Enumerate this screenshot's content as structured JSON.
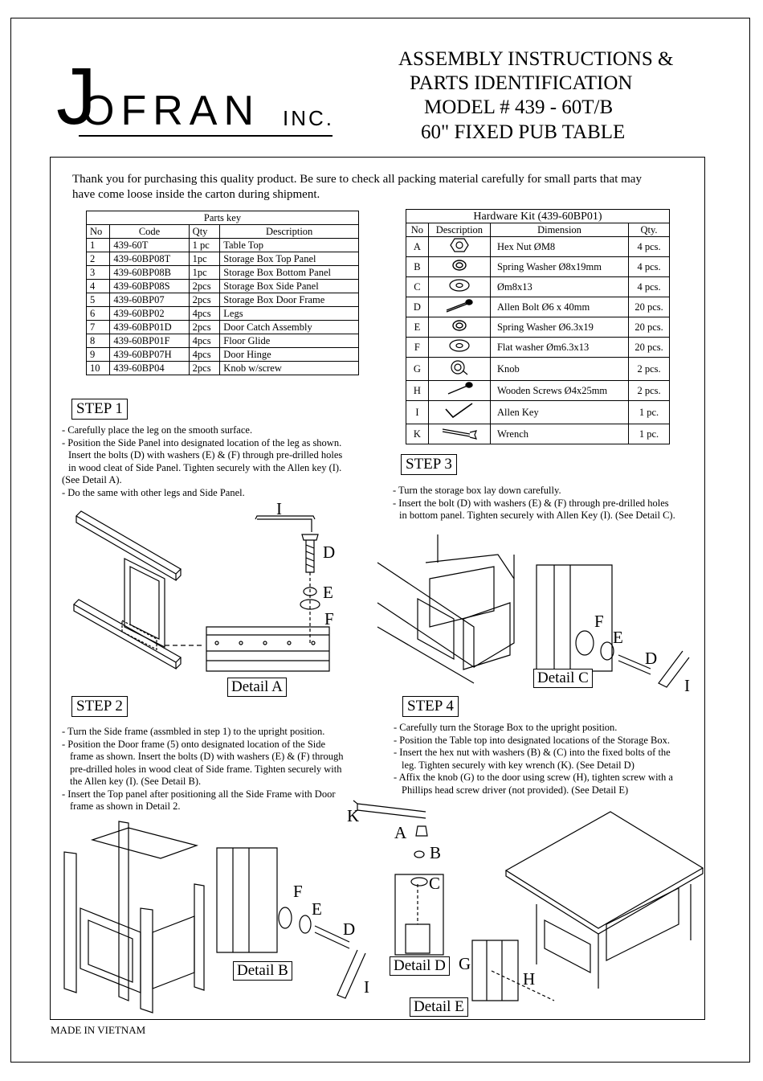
{
  "brand": {
    "letter_j": "J",
    "name": "OFRAN",
    "inc": "INC."
  },
  "title_lines": [
    "ASSEMBLY INSTRUCTIONS &",
    "PARTS IDENTIFICATION",
    "MODEL # 439 - 60T/B",
    "60\" FIXED PUB TABLE"
  ],
  "intro": "Thank you for purchasing this quality product. Be sure to check all packing material carefully for small parts that may have come loose inside the carton during shipment.",
  "parts_key": {
    "caption": "Parts key",
    "headers": [
      "No",
      "Code",
      "Qty",
      "Description"
    ],
    "rows": [
      [
        "1",
        "439-60T",
        "1 pc",
        "Table Top"
      ],
      [
        "2",
        "439-60BP08T",
        "1pc",
        "Storage Box Top Panel"
      ],
      [
        "3",
        "439-60BP08B",
        "1pc",
        "Storage Box Bottom Panel"
      ],
      [
        "4",
        "439-60BP08S",
        "2pcs",
        "Storage Box Side Panel"
      ],
      [
        "5",
        "439-60BP07",
        "2pcs",
        "Storage Box Door Frame"
      ],
      [
        "6",
        "439-60BP02",
        "4pcs",
        "Legs"
      ],
      [
        "7",
        "439-60BP01D",
        "2pcs",
        "Door Catch Assembly"
      ],
      [
        "8",
        "439-60BP01F",
        "4pcs",
        "Floor Glide"
      ],
      [
        "9",
        "439-60BP07H",
        "4pcs",
        "Door Hinge"
      ],
      [
        "10",
        "439-60BP04",
        "2pcs",
        "Knob w/screw"
      ]
    ]
  },
  "hardware": {
    "caption": "Hardware Kit (439-60BP01)",
    "headers": [
      "No",
      "Description",
      "Dimension",
      "Qty."
    ],
    "rows": [
      {
        "no": "A",
        "icon": "hex-nut-icon",
        "dim": "Hex Nut ØM8",
        "qty": "4 pcs."
      },
      {
        "no": "B",
        "icon": "spring-washer-icon",
        "dim": "Spring Washer Ø8x19mm",
        "qty": "4 pcs."
      },
      {
        "no": "C",
        "icon": "flat-washer-icon",
        "dim": "Øm8x13",
        "qty": "4 pcs."
      },
      {
        "no": "D",
        "icon": "allen-bolt-icon",
        "dim": "Allen Bolt  Ø6 x 40mm",
        "qty": "20 pcs."
      },
      {
        "no": "E",
        "icon": "spring-washer-icon",
        "dim": "Spring Washer Ø6.3x19",
        "qty": "20 pcs."
      },
      {
        "no": "F",
        "icon": "flat-washer-icon",
        "dim": "Flat washer Øm6.3x13",
        "qty": "20 pcs."
      },
      {
        "no": "G",
        "icon": "knob-icon",
        "dim": "Knob",
        "qty": "2 pcs."
      },
      {
        "no": "H",
        "icon": "wood-screw-icon",
        "dim": "Wooden Screws Ø4x25mm",
        "qty": "2 pcs."
      },
      {
        "no": "I",
        "icon": "allen-key-icon",
        "dim": "Allen Key",
        "qty": "1 pc."
      },
      {
        "no": "K",
        "icon": "wrench-icon",
        "dim": "Wrench",
        "qty": "1 pc."
      }
    ]
  },
  "steps": [
    {
      "label": "STEP 1",
      "lines": [
        "- Carefully place the leg on the smooth surface.",
        "- Position the Side Panel into designated location of the leg as shown.",
        "  Insert the bolts (D) with washers (E) & (F) through pre-drilled holes",
        "  in wood cleat of Side Panel. Tighten securely with the Allen key (I).",
        "(See Detail A).",
        "- Do the same with other legs and Side Panel."
      ]
    },
    {
      "label": "STEP 2",
      "lines": [
        "- Turn the Side frame (assmbled in step 1) to the upright position.",
        "- Position the Door frame (5) onto designated location of the Side",
        "   frame as shown. Insert the bolts (D) with washers (E) & (F) through",
        "   pre-drilled holes in wood cleat of Side frame. Tighten securely with",
        "   the Allen key (I). (See Detail B).",
        "- Insert the Top panel after positioning all the Side Frame with Door",
        "   frame as shown in Detail 2."
      ]
    },
    {
      "label": "STEP 3",
      "lines": [
        "- Turn the storage box lay down carefully.",
        "- Insert the bolt (D) with washers (E) & (F) through pre-drilled holes",
        "   in bottom panel. Tighten securely with Allen Key (I). (See Detail C)."
      ]
    },
    {
      "label": "STEP 4",
      "lines": [
        "-  Carefully turn the Storage Box to the upright position.",
        "-  Position the Table top into designated locations of the Storage Box.",
        "-  Insert the hex nut with washers (B) & (C) into the fixed bolts of the",
        "   leg. Tighten securely with key wrench (K). (See Detail D)",
        "-  Affix the knob (G) to the door using screw (H), tighten screw with a",
        "   Phillips head screw driver (not provided). (See Detail E)"
      ]
    }
  ],
  "details": {
    "a": "Detail A",
    "b": "Detail B",
    "c": "Detail C",
    "d": "Detail D",
    "e": "Detail E"
  },
  "letters": {
    "i": "I",
    "d": "D",
    "e": "E",
    "f": "F",
    "k": "K",
    "a": "A",
    "b": "B",
    "c": "C",
    "g": "G",
    "h": "H"
  },
  "part_numbers": {
    "n1": "1",
    "n2": "2",
    "n3": "3",
    "n4": "4",
    "n5": "5",
    "n6": "6",
    "n7": "7",
    "n8": "8",
    "n9": "9"
  },
  "footer": "MADE  IN VIETNAM"
}
